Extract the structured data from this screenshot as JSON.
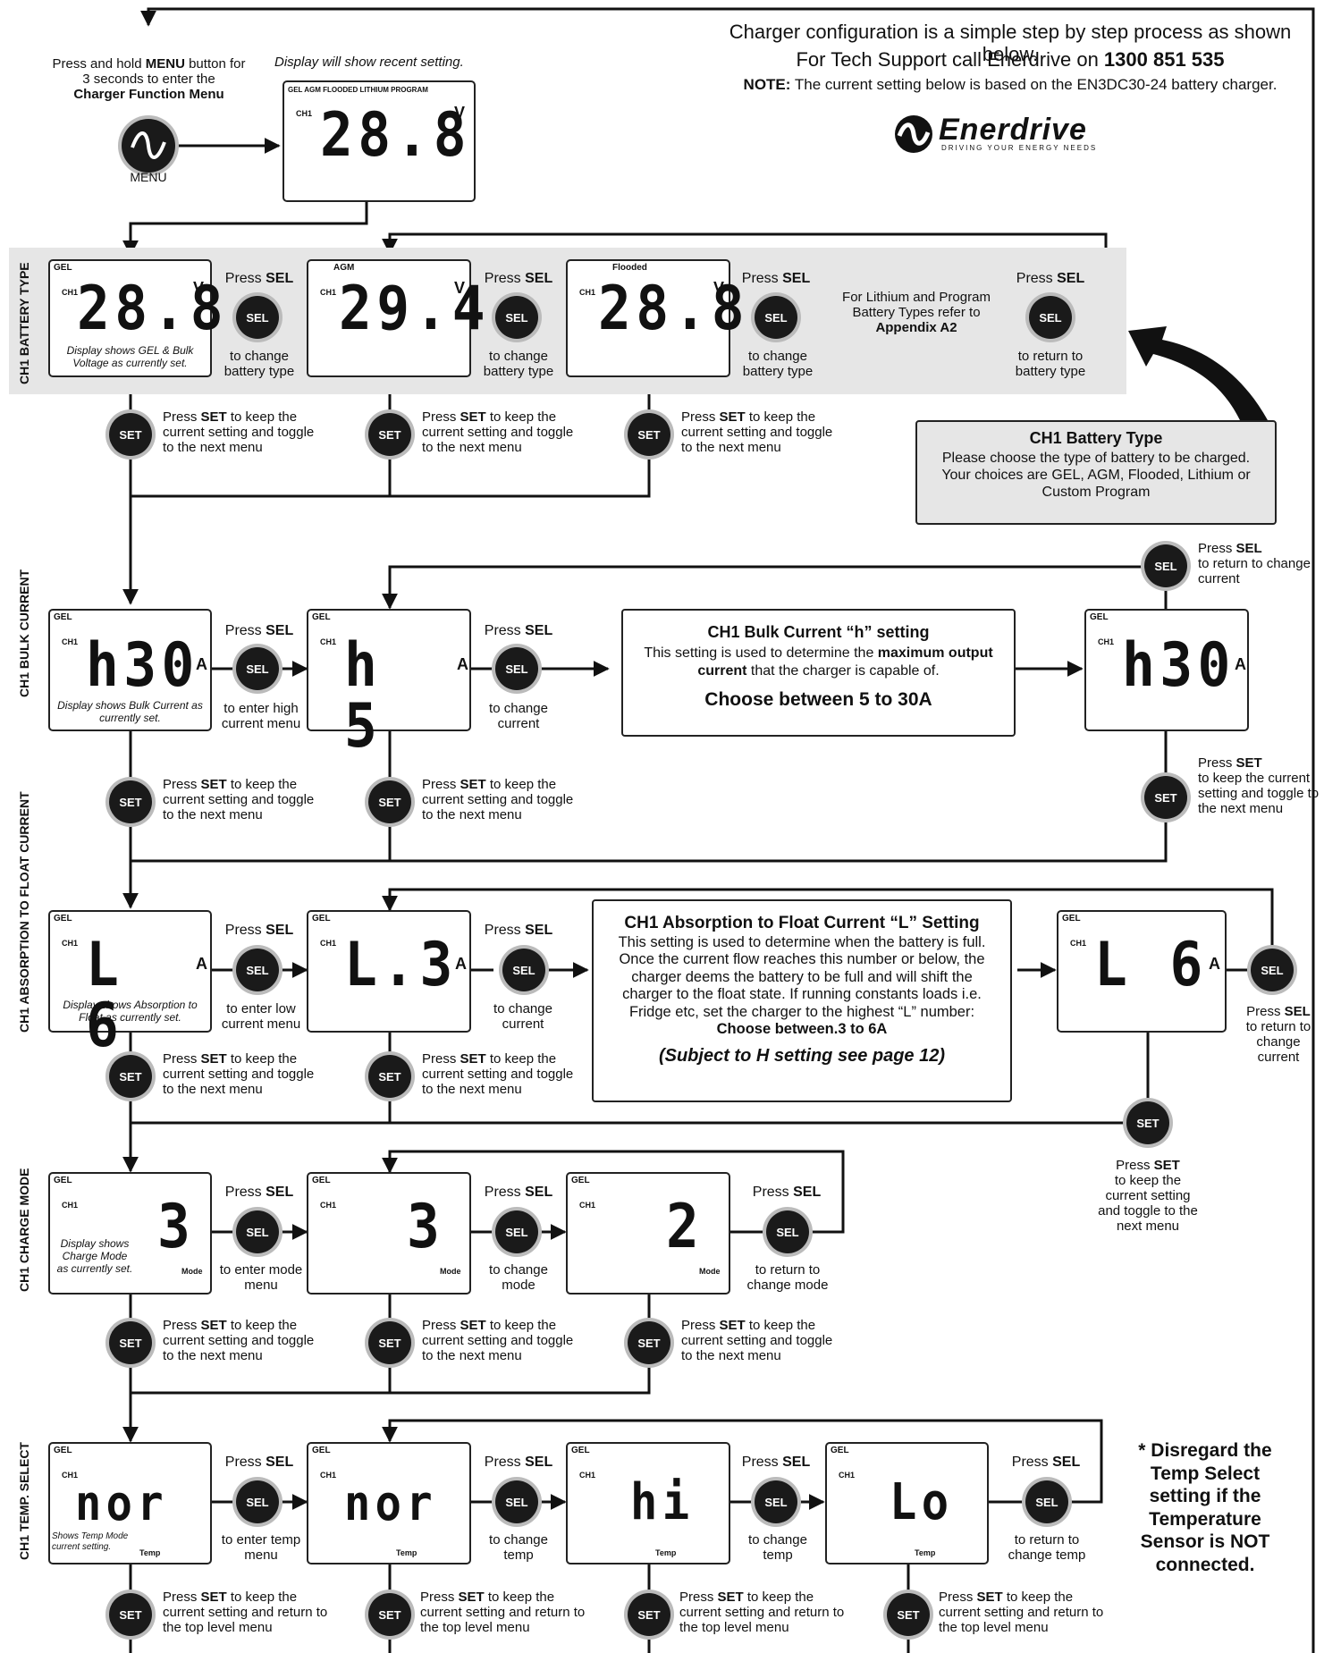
{
  "header": {
    "intro": "Charger configuration is a simple step by step process as shown below.",
    "support_prefix": "For Tech Support call Enerdrive on ",
    "support_phone": "1300 851 535",
    "note_label": "NOTE:",
    "note_text": " The current setting below is based on the EN3DC30-24 battery charger.",
    "logo_text": "Enerdrive",
    "logo_tagline": "DRIVING YOUR ENERGY NEEDS"
  },
  "start": {
    "press_hold_a": "Press and hold ",
    "menu_word": "MENU",
    "press_hold_b": " button for 3 seconds to enter the",
    "function_menu": "Charger Function Menu",
    "menu_label": "MENU",
    "display_note": "Display will show recent setting.",
    "display_tags": "GEL AGM FLOODED LITHIUM PROGRAM",
    "display_ch": "CH1",
    "display_value": "28.8",
    "display_unit": "V"
  },
  "common": {
    "press": "Press ",
    "sel": "SEL",
    "set": "SET",
    "set_keep": " to keep the current setting and toggle to the next menu",
    "set_return": " to keep the current setting and return to the top level menu",
    "ch1": "CH1",
    "gel": "GEL"
  },
  "sections": {
    "battery_type": "CH1 BATTERY TYPE",
    "bulk_current": "CH1 BULK CURRENT",
    "absorption": "CH1 ABSORPTION TO FLOAT CURRENT",
    "charge_mode": "CH1 CHARGE MODE",
    "temp_select": "CH1 TEMP. SELECT"
  },
  "battery": {
    "d1_tag": "GEL",
    "d1_value": "28.8",
    "d1_unit": "V",
    "d1_note": "Display shows GEL & Bulk Voltage as currently set.",
    "d2_tag": "AGM",
    "d2_value": "29.4",
    "d2_unit": "V",
    "d3_tag": "Flooded",
    "d3_value": "28.8",
    "d3_unit": "V",
    "change_type": "to change battery type",
    "lithium_a": "For Lithium and Program Battery Types refer to",
    "lithium_b": "Appendix A2",
    "return_type": "to return to battery type",
    "info_title": "CH1 Battery Type",
    "info_text": "Please choose the type of battery to be charged. Your choices are GEL, AGM, Flooded, Lithium or Custom Program"
  },
  "bulk": {
    "d1_value": "h30",
    "d1_note": "Display shows Bulk Current as currently set.",
    "d2_value": "h 5",
    "d4_value": "h30",
    "unit": "A",
    "enter_high": "to enter high current menu",
    "change_current": "to change current",
    "info_title": "CH1 Bulk Current “h” setting",
    "info_a": "This setting is used to determine the ",
    "info_b": "maximum output current",
    "info_c": " that the charger is capable of.",
    "info_choose": "Choose between 5 to 30A",
    "return_current": "to return to change current",
    "set_keep_short": "to keep the current setting and toggle to the next menu"
  },
  "absorb": {
    "d1_value": "L 6",
    "d1_note": "Display shows Absorption to Float as currently set.",
    "d2_value": "L.3",
    "d4_value": "L 6",
    "unit": "A",
    "enter_low": "to enter low current menu",
    "change_current": "to change current",
    "info_title": "CH1 Absorption to Float Current “L” Setting",
    "info_text": "This setting is used to determine when the battery is full. Once the current flow reaches this number or below, the charger deems the battery to be full and will shift the charger to the float state. If running constants loads i.e. Fridge etc, set the charger to the highest “L” number: ",
    "info_choose": "Choose between.3 to 6A",
    "info_subject": "(Subject to H setting see page 12)",
    "return_current": "to return to change current",
    "set_keep_short": "to keep the current setting and toggle to the next menu"
  },
  "mode": {
    "d1_value": "3",
    "d1_note": "Display shows Charge Mode as currently set.",
    "d2_value": "3",
    "d3_value": "2",
    "unit": "Mode",
    "enter_mode": "to enter mode menu",
    "change_mode": "to change mode",
    "return_mode": "to return to change mode"
  },
  "temp": {
    "d1_value": "nor",
    "d1_note": "Shows Temp Mode current setting.",
    "d2_value": "nor",
    "d3_value": "hi",
    "d4_value": "Lo",
    "unit": "Temp",
    "enter_temp": "to enter temp menu",
    "change_temp": "to change temp",
    "return_temp": "to return to change temp",
    "disregard": "* Disregard the Temp Select setting if the Temperature Sensor is NOT connected."
  }
}
